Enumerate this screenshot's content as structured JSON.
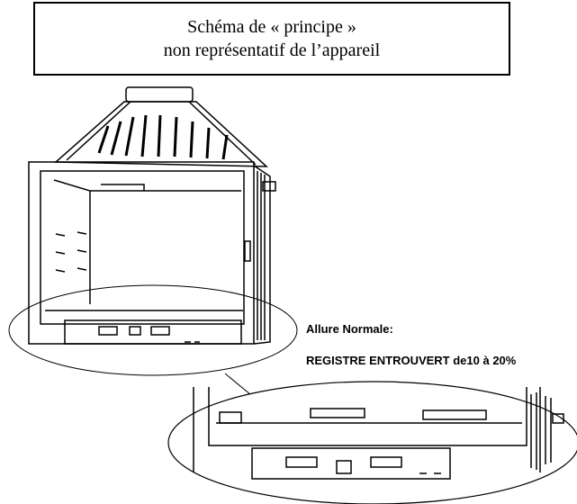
{
  "caption": {
    "line1": "Schéma de « principe »",
    "line2": "non représentatif de l’appareil"
  },
  "labels": {
    "mode": "Allure Normale:",
    "register": "REGISTRE ENTROUVERT de10 à 20%"
  },
  "colors": {
    "line": "#000000",
    "background": "#ffffff"
  }
}
